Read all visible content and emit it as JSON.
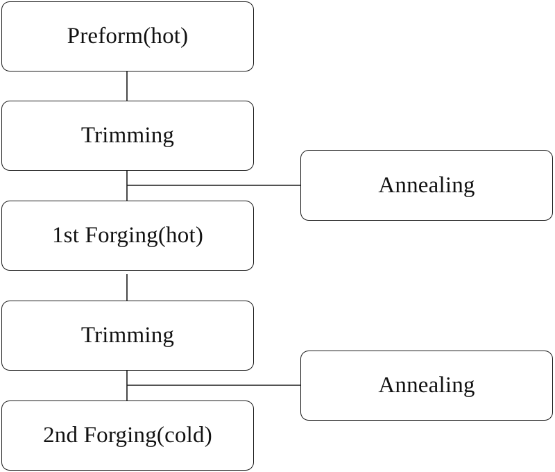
{
  "flow": {
    "steps": [
      "Preform(hot)",
      "Trimming",
      "1st Forging(hot)",
      "Trimming",
      "2nd Forging(cold)"
    ],
    "side_steps": [
      "Annealing",
      "Annealing"
    ]
  }
}
